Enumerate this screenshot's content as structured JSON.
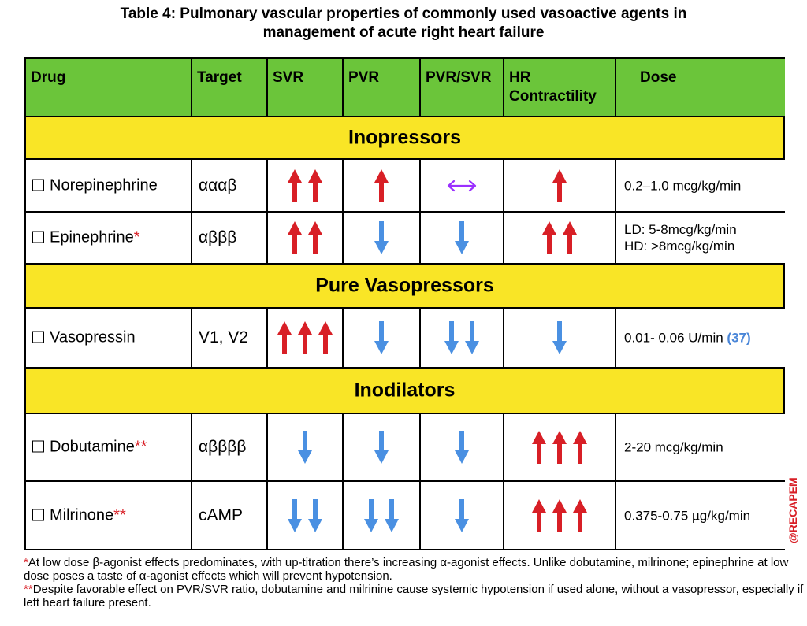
{
  "title": {
    "line1": "Table 4: Pulmonary vascular properties of commonly used vasoactive agents in",
    "line2": "management of acute right heart failure"
  },
  "columns": {
    "drug": "Drug",
    "target": "Target",
    "svr": "SVR",
    "pvr": "PVR",
    "pvr_svr": "PVR/SVR",
    "hr": "HR",
    "contractility": "Contractility",
    "dose": "Dose"
  },
  "sections": {
    "inopressors": "Inopressors",
    "vasopressors": "Pure Vasopressors",
    "inodilators": "Inodilators"
  },
  "rows": [
    {
      "drug": "Norepinephrine",
      "star": "",
      "target": "αααβ",
      "svr": {
        "dir": "up",
        "count": 2
      },
      "pvr": {
        "dir": "up",
        "count": 1
      },
      "pvr_svr": {
        "dir": "both",
        "count": 1
      },
      "hr": {
        "dir": "up",
        "count": 1
      },
      "dose1": "0.2–1.0 mcg/kg/min",
      "dose2": "",
      "ref": ""
    },
    {
      "drug": "Epinephrine",
      "star": "*",
      "target": "αβββ",
      "svr": {
        "dir": "up",
        "count": 2
      },
      "pvr": {
        "dir": "down",
        "count": 1
      },
      "pvr_svr": {
        "dir": "down",
        "count": 1
      },
      "hr": {
        "dir": "up",
        "count": 2
      },
      "dose1": "LD: 5-8mcg/kg/min",
      "dose2": "HD: >8mcg/kg/min",
      "ref": ""
    },
    {
      "drug": "Vasopressin",
      "star": "",
      "target": "V1, V2",
      "svr": {
        "dir": "up",
        "count": 3
      },
      "pvr": {
        "dir": "down",
        "count": 1
      },
      "pvr_svr": {
        "dir": "down",
        "count": 2
      },
      "hr": {
        "dir": "down",
        "count": 1
      },
      "dose1": "0.01- 0.06 U/min ",
      "dose2": "",
      "ref": "(37)"
    },
    {
      "drug": "Dobutamine",
      "star": "**",
      "target": "αββββ",
      "svr": {
        "dir": "down",
        "count": 1
      },
      "pvr": {
        "dir": "down",
        "count": 1
      },
      "pvr_svr": {
        "dir": "down",
        "count": 1
      },
      "hr": {
        "dir": "up",
        "count": 3
      },
      "dose1": "2-20 mcg/kg/min",
      "dose2": "",
      "ref": ""
    },
    {
      "drug": "Milrinone",
      "star": "**",
      "target": "cAMP",
      "svr": {
        "dir": "down",
        "count": 2
      },
      "pvr": {
        "dir": "down",
        "count": 2
      },
      "pvr_svr": {
        "dir": "down",
        "count": 1
      },
      "hr": {
        "dir": "up",
        "count": 3
      },
      "dose1": "0.375-0.75 µg/kg/min",
      "dose2": "",
      "ref": ""
    }
  ],
  "footnotes": {
    "mark1": "*",
    "text1": "At low dose β-agonist effects predominates, with up-titration there’s increasing α-agonist effects. Unlike dobutamine, milrinone; epinephrine at low dose poses a taste of α-agonist effects which will prevent hypotension.",
    "mark2": "**",
    "text2": "Despite favorable effect on PVR/SVR ratio, dobutamine and milrinine cause systemic hypotension if used alone, without a vasopressor, especially if left heart failure present."
  },
  "watermark": "@RECAPEM",
  "colors": {
    "header_green": "#6bc53a",
    "section_yellow": "#f9e526",
    "arrow_up_red": "#d81f26",
    "arrow_down_blue": "#4a90e2",
    "arrow_both_purple": "#9b30ff"
  }
}
